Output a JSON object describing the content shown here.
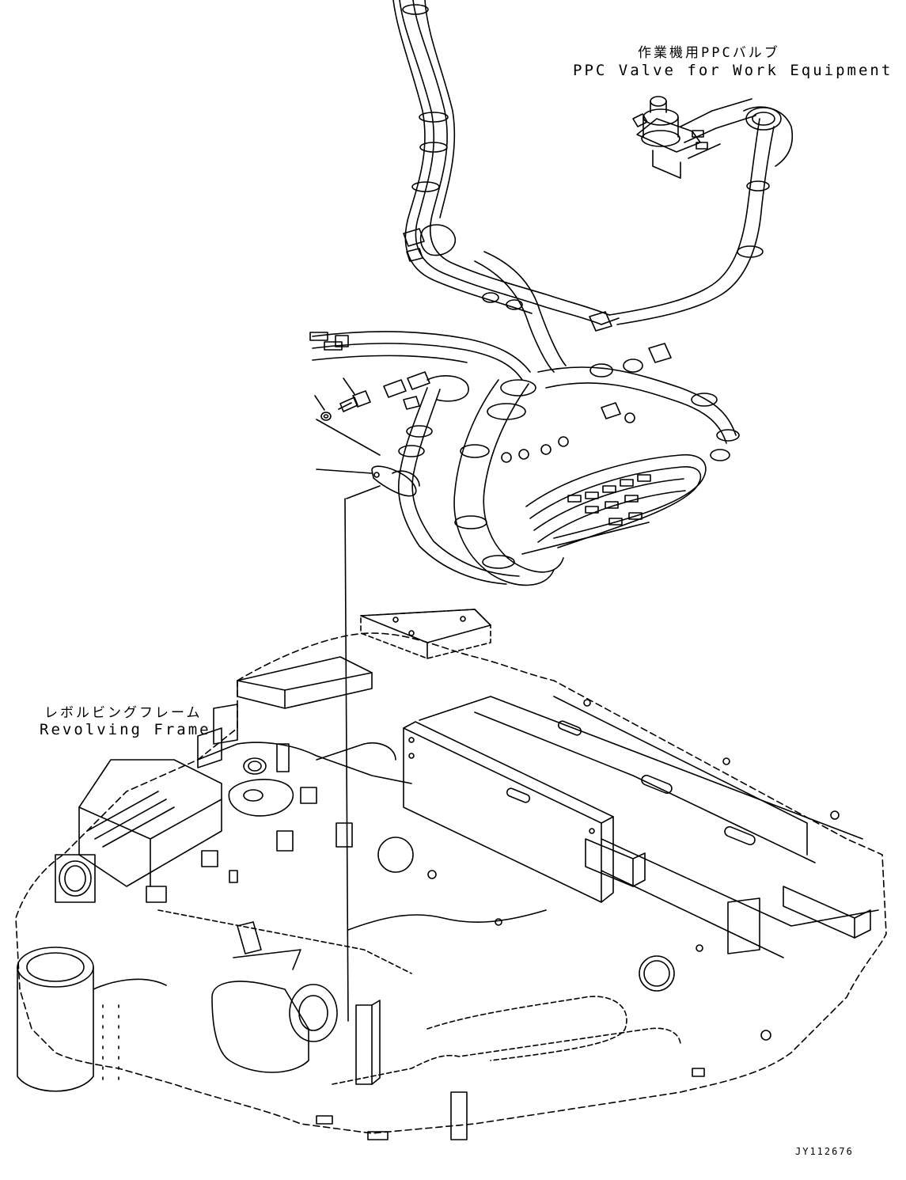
{
  "labels": {
    "ppc_valve_jp": "作業機用PPCバルブ",
    "ppc_valve_en": "PPC Valve for Work Equipment",
    "revolving_frame_jp": "レボルビングフレーム",
    "revolving_frame_en": "Revolving Frame",
    "drawing_code": "JY112676"
  },
  "colors": {
    "line": "#000000",
    "background": "#ffffff"
  }
}
